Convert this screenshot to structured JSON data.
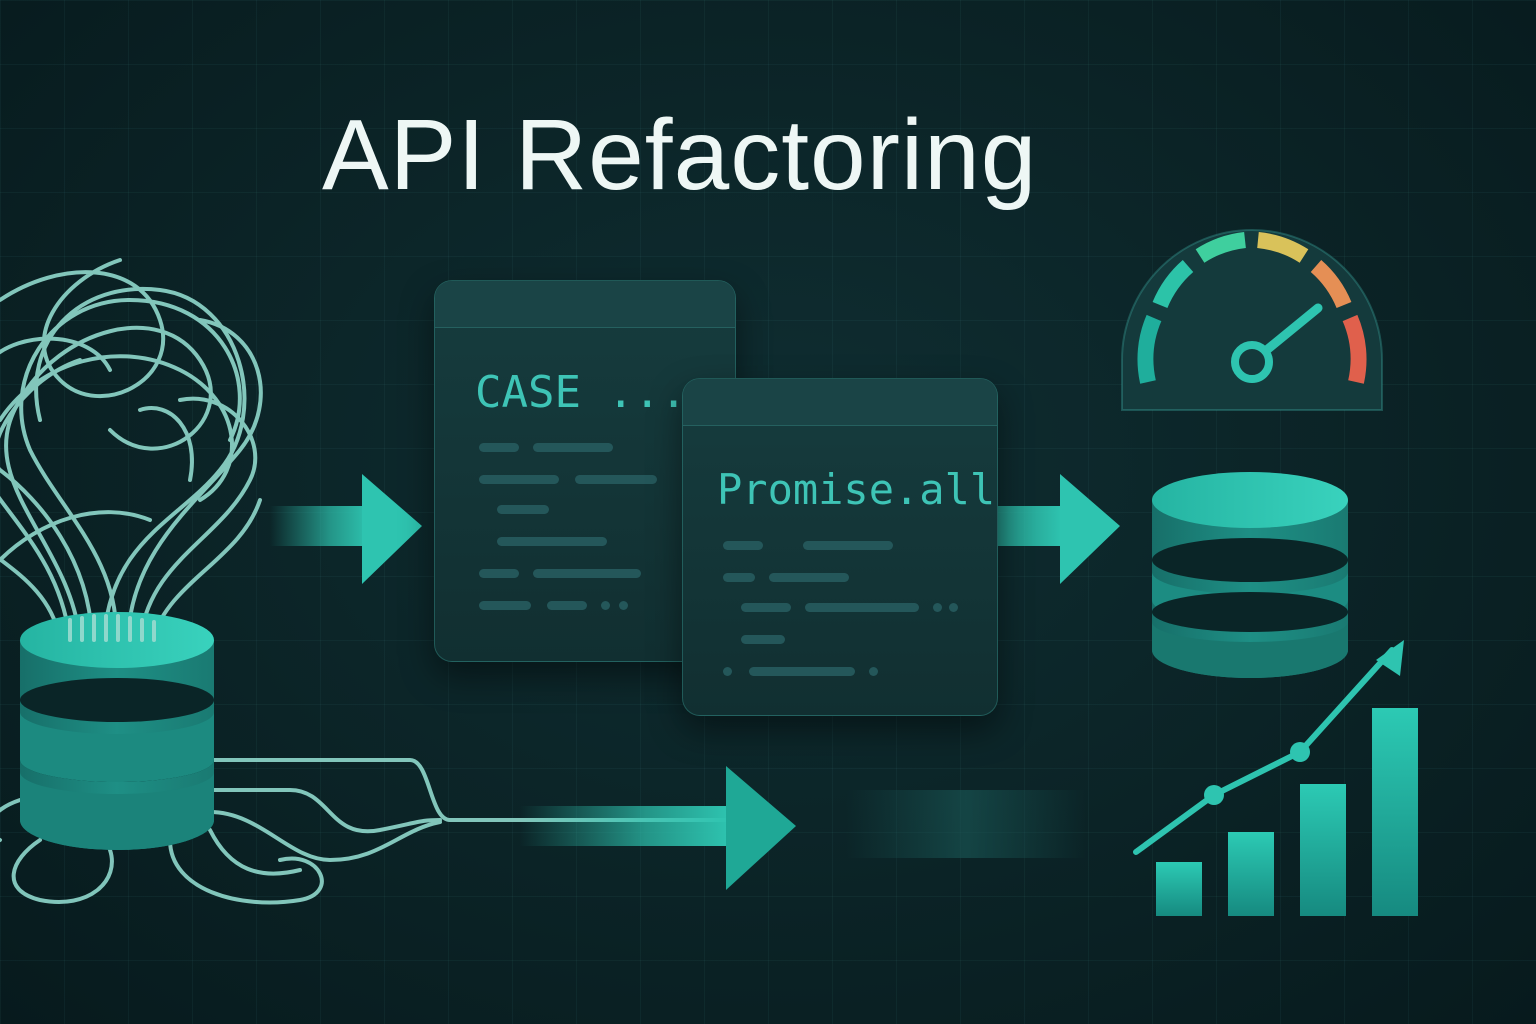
{
  "title": "API Refactoring",
  "code_snippets": {
    "before": "CASE ...",
    "after": "Promise.all"
  },
  "icons": [
    "tangled-lines-icon",
    "database-icon",
    "arrow-right-icon",
    "code-window-icon",
    "speedometer-icon",
    "growth-chart-icon"
  ],
  "colors": {
    "background": "#0b2326",
    "accent": "#2ec4b0",
    "line": "#8fd8cc",
    "title": "#eef7f5",
    "gauge_green": "#3fcf9e",
    "gauge_yellow": "#d9c25a",
    "gauge_red": "#e0604c"
  }
}
